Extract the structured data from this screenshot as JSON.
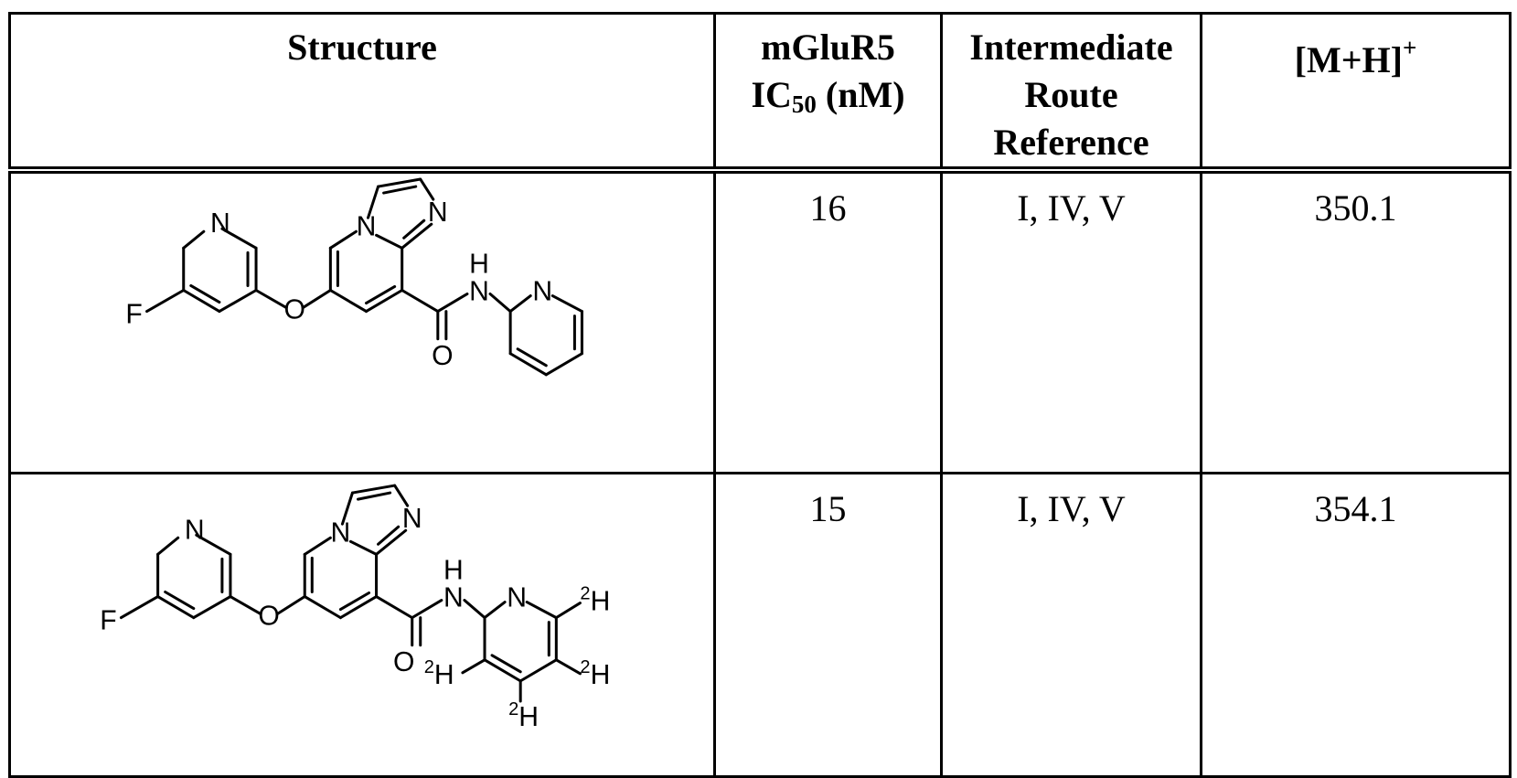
{
  "table": {
    "headers": {
      "structure": "Structure",
      "ic50_line1": "mGluR5",
      "ic50_line2_prefix": "IC",
      "ic50_line2_sub": "50",
      "ic50_line2_suffix": " (nM)",
      "route_line1": "Intermediate",
      "route_line2": "Route",
      "route_line3": "Reference",
      "mass_main": "[M+H]",
      "mass_sup": "+"
    },
    "rows": [
      {
        "ic50": "16",
        "route": "I, IV, V",
        "mass": "350.1",
        "atoms": {
          "n_pyr": "N",
          "f": "F",
          "o_ether": "O",
          "n_bridge": "N",
          "n_imid": "N",
          "h_amide": "H",
          "n_amide": "N",
          "o_carbonyl": "O",
          "n_pyr2": "N"
        }
      },
      {
        "ic50": "15",
        "route": "I, IV, V",
        "mass": "354.1",
        "atoms": {
          "n_pyr": "N",
          "f": "F",
          "o_ether": "O",
          "n_bridge": "N",
          "n_imid": "N",
          "h_amide": "H",
          "n_amide": "N",
          "o_carbonyl": "O",
          "n_pyr2": "N",
          "d_iso": "2",
          "d_h": "H"
        }
      }
    ]
  }
}
